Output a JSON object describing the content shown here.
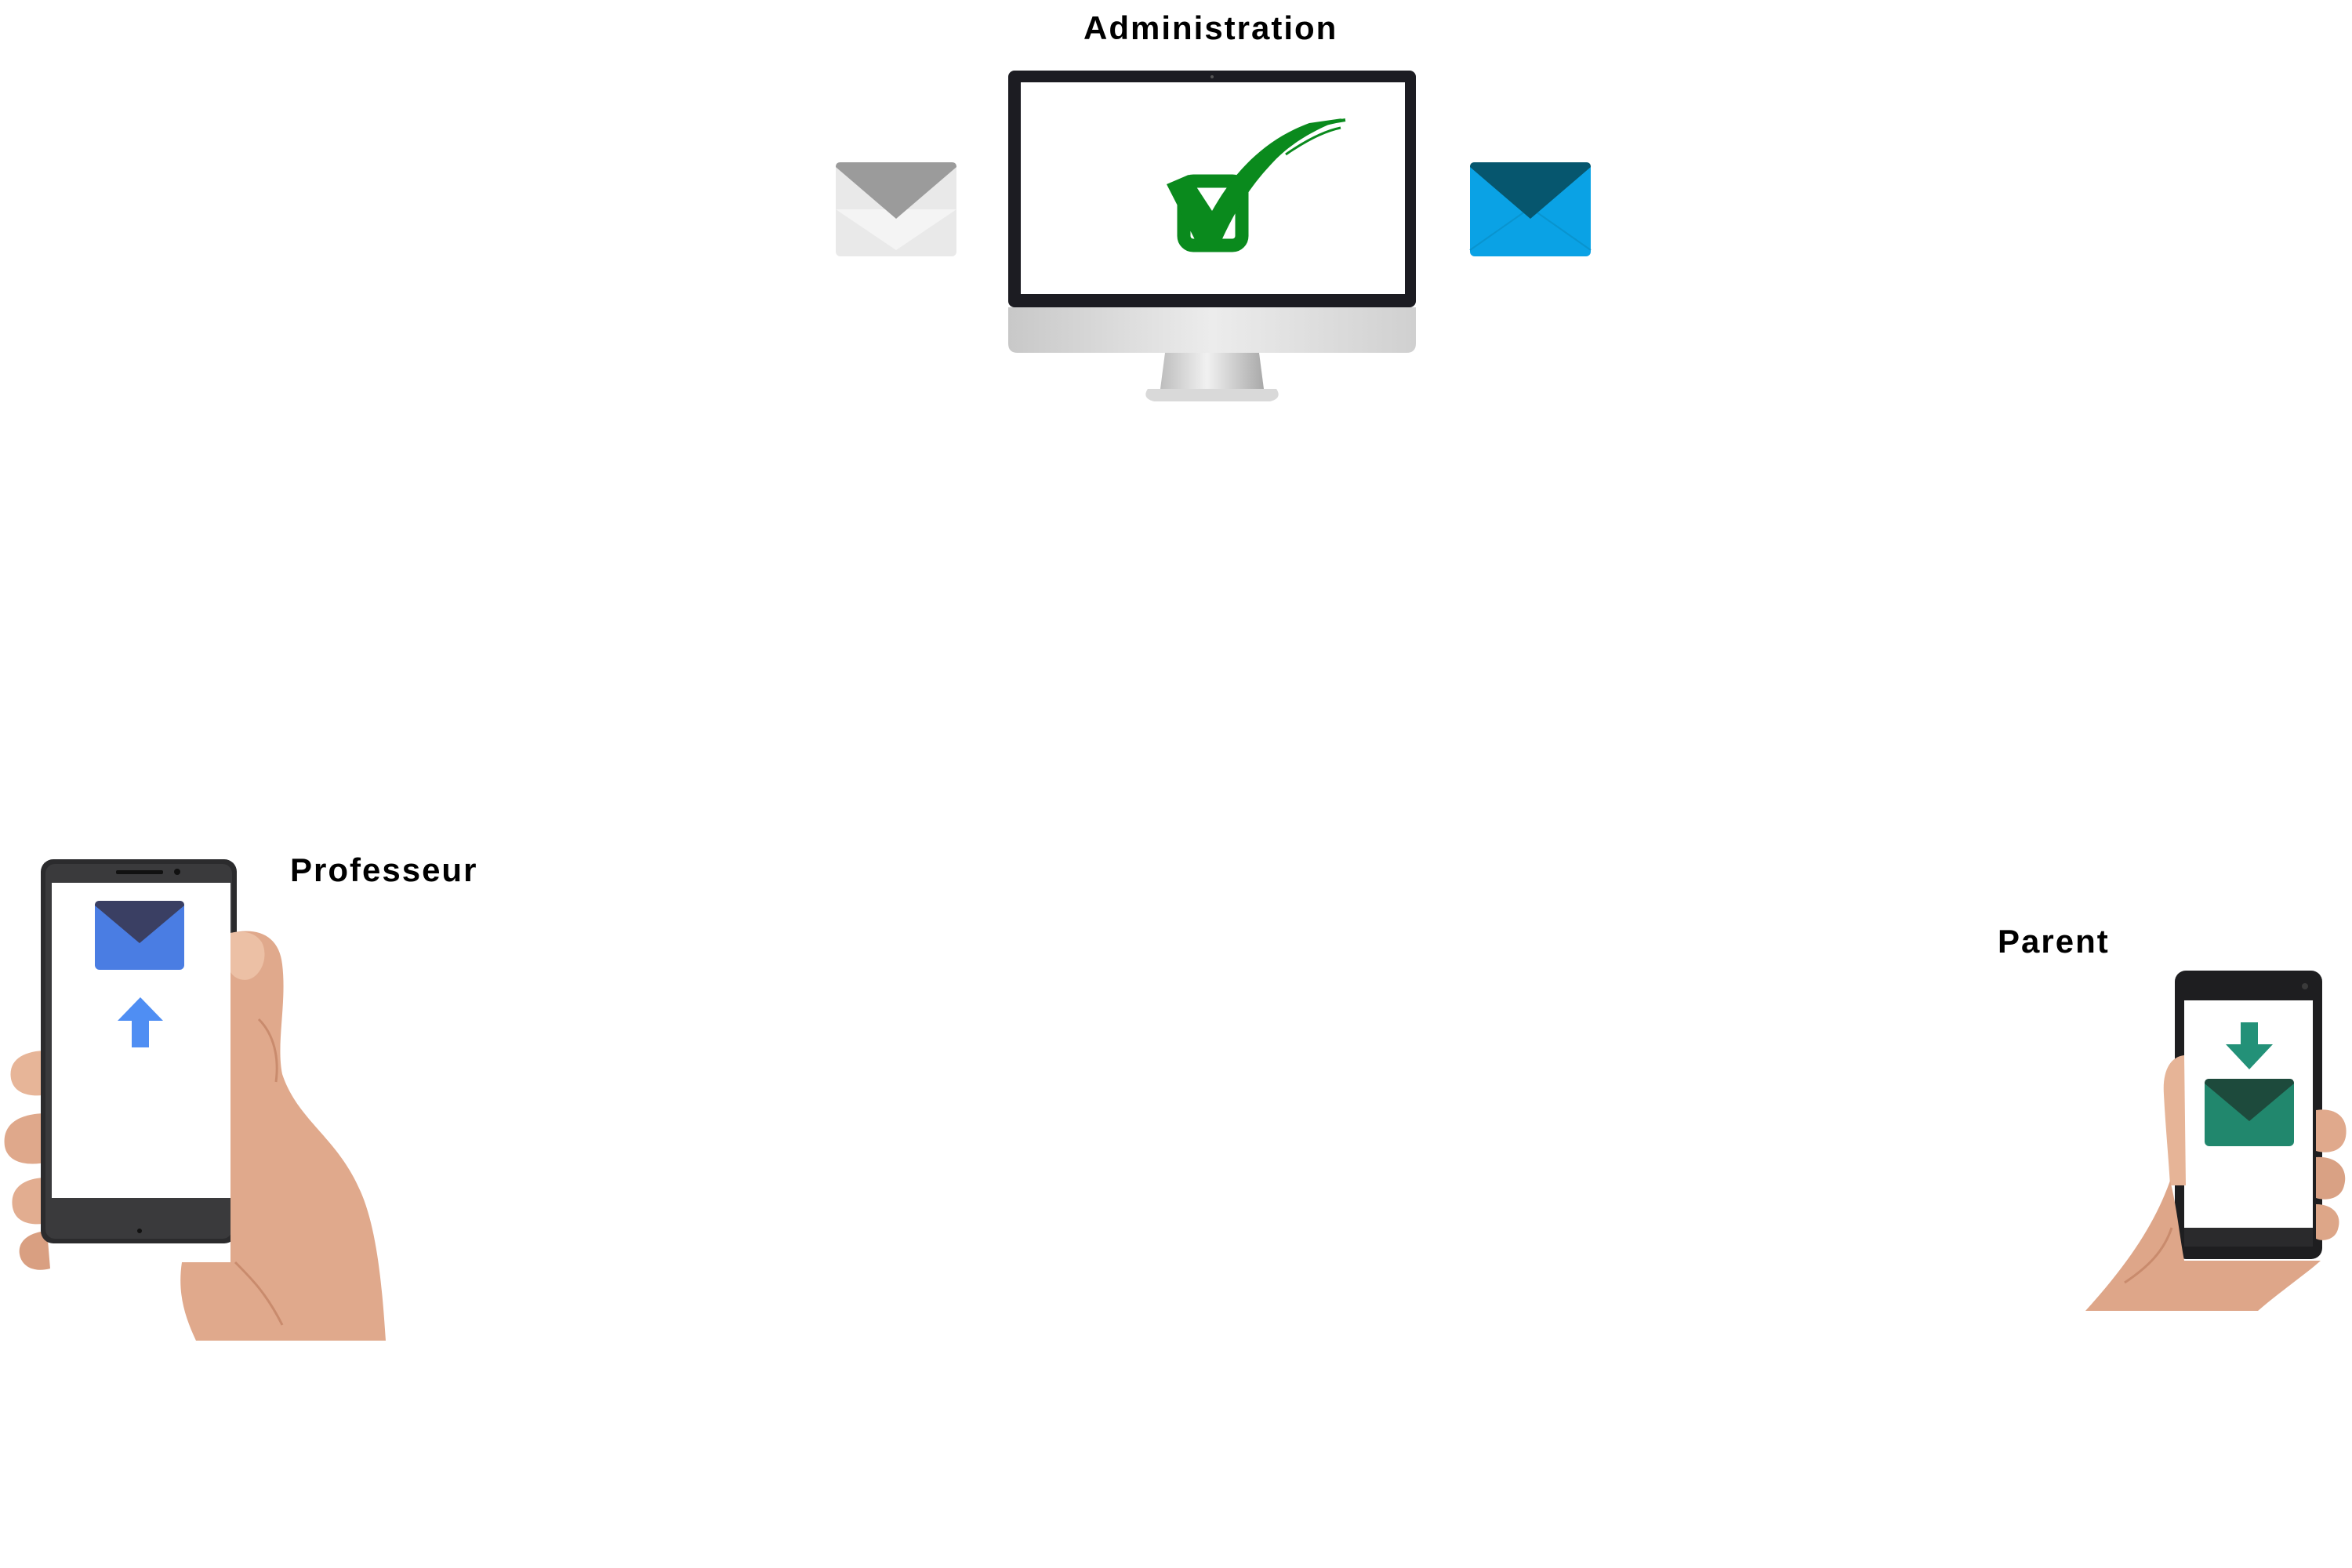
{
  "labels": {
    "administration": "Administration",
    "teacher": "Professeur",
    "parent": "Parent"
  },
  "icons": {
    "pending_mail": "envelope-icon",
    "validation": "checkbox-check-icon",
    "validated_mail": "envelope-icon",
    "teacher_mail": "envelope-icon",
    "upload": "arrow-up-icon",
    "download": "arrow-down-icon",
    "parent_mail": "envelope-icon"
  },
  "colors": {
    "pending_envelope": "#e9e9e9",
    "pending_envelope_flap": "#9b9b9b",
    "validated_envelope": "#0aa2e5",
    "validated_envelope_flap": "#06566e",
    "check": "#0a8a1d",
    "teacher_envelope": "#4a7de3",
    "teacher_envelope_flap": "#3a3f63",
    "upload_arrow": "#4f8ef3",
    "parent_envelope": "#21876d",
    "parent_envelope_flap": "#1d4a3c",
    "download_arrow": "#239178"
  }
}
